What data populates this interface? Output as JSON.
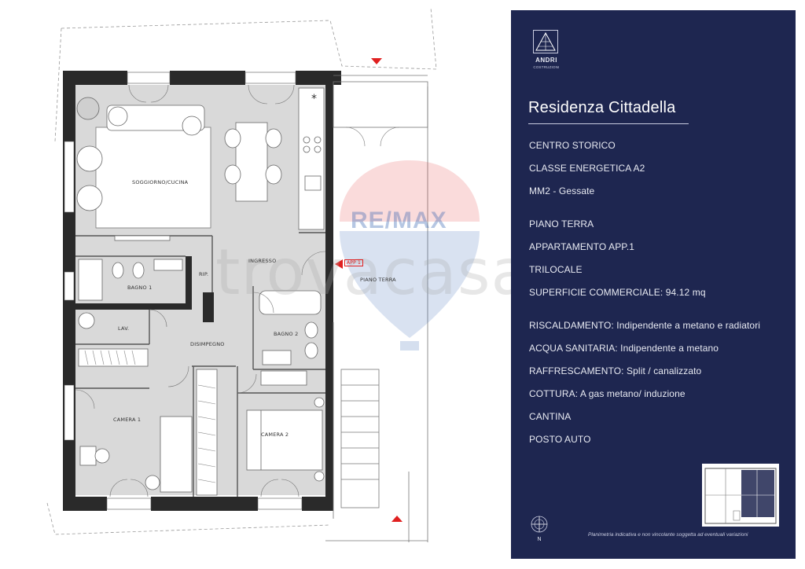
{
  "header": {
    "brand": "ANDRI",
    "brand_sub": "COSTRUZIONI",
    "title": "Residenza Cittadella"
  },
  "info": [
    "CENTRO STORICO",
    "CLASSE ENERGETICA A2",
    "MM2 - Gessate",
    "PIANO TERRA",
    "APPARTAMENTO APP.1",
    "TRILOCALE",
    "SUPERFICIE COMMERCIALE: 94.12 mq",
    "RISCALDAMENTO: Indipendente a metano e radiatori",
    "ACQUA SANITARIA: Indipendente a metano",
    "RAFFRESCAMENTO: Split / canalizzato",
    "COTTURA: A gas metano/ induzione",
    "CANTINA",
    "POSTO AUTO"
  ],
  "footnote": "Planimetria indicativa e non vincolante soggetta ad eventuali variazioni",
  "compass": "N",
  "plan": {
    "rooms": {
      "soggiorno": "SOGGIORNO/CUCINA",
      "ingresso": "INGRESSO",
      "rip": "RIP.",
      "bagno1": "BAGNO 1",
      "bagno2": "BAGNO 2",
      "lav": "LAV.",
      "disimpegno": "DISIMPEGNO",
      "camera1": "CAMERA 1",
      "camera2": "CAMERA 2",
      "piano_terra": "PIANO TERRA",
      "app_tag": "APP 1"
    }
  },
  "watermarks": {
    "remax": "RE/MAX",
    "trovacasa": "trovacasa"
  },
  "colors": {
    "sidebar_bg": "#1e2650",
    "wall": "#2a2a2a",
    "floor": "#d9d9d9",
    "arrow": "#e02020"
  }
}
